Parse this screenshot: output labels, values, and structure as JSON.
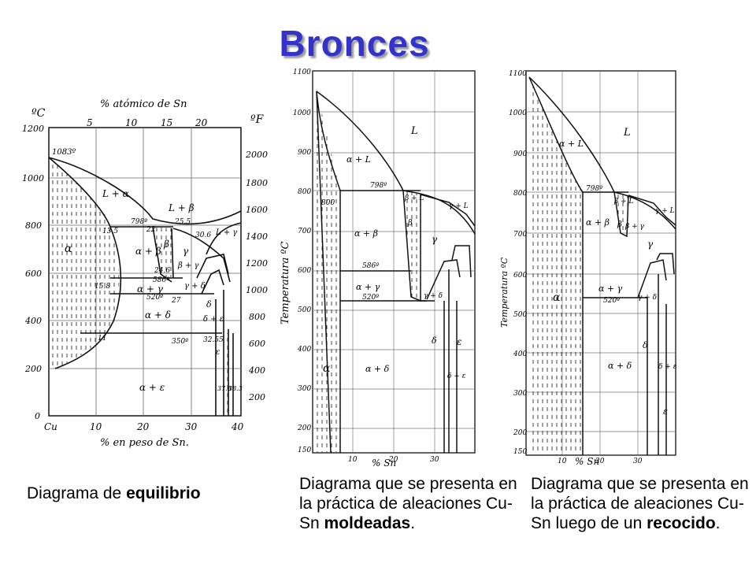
{
  "slide": {
    "title": "Bronces"
  },
  "equilibrium": {
    "top_axis_label": "% atómico de Sn",
    "top_ticks": [
      "5",
      "10",
      "15",
      "20"
    ],
    "unit_c": "ºC",
    "unit_f": "ºF",
    "left_ticks": [
      "1200",
      "1000",
      "800",
      "600",
      "400",
      "200",
      "0"
    ],
    "right_ticks": [
      "2000",
      "1800",
      "1600",
      "1400",
      "1200",
      "1000",
      "800",
      "600",
      "400",
      "200"
    ],
    "bottom_ticks": [
      "10",
      "20",
      "30",
      "40"
    ],
    "bottom_origin": "Cu",
    "bottom_axis_label": "% en peso de Sn.",
    "labels": {
      "melt": "1083º",
      "l_alpha": "L + α",
      "l_beta": "L + β",
      "alpha": "α",
      "a_b": "α + β",
      "a_g": "α + γ",
      "a_d": "α + δ",
      "a_e": "α + ε",
      "b": "β",
      "g": "γ",
      "b_g": "β + γ",
      "g_d": "γ + δ",
      "d": "δ",
      "d_e": "δ + ε",
      "l_g": "L + γ",
      "t798": "798º",
      "t520": "520º",
      "t586": "586º",
      "t350": "350º",
      "c135": "13.5",
      "c158": "15.8",
      "c11": "11",
      "c22": "22",
      "c255": "25.5",
      "c246": "24.6",
      "c27": "27",
      "c3255": "32.55",
      "c306": "30.6",
      "c378": "37.8",
      "c383": "38.3",
      "c40": "40",
      "eps": "ε"
    }
  },
  "cast": {
    "y_axis_label": "Temperatura ºC",
    "x_axis_label": "% Sn",
    "y_ticks": [
      "1100",
      "1000",
      "900",
      "800",
      "700",
      "600",
      "500",
      "400",
      "300",
      "200",
      "150"
    ],
    "x_ticks": [
      "10",
      "20",
      "30"
    ],
    "labels": {
      "L": "L",
      "a_L": "α + L",
      "t798": "798º",
      "b_L": "β + L",
      "g_L": "γ + L",
      "a_b": "α + β",
      "b": "β",
      "g": "γ",
      "t586": "586º",
      "a_g": "α + γ",
      "t520": "520º",
      "g_d": "γ + δ",
      "d": "δ",
      "e": "ε",
      "alpha": "α",
      "a_d": "α + δ",
      "d_e": "δ + ε",
      "t800": "800"
    }
  },
  "annealed": {
    "y_axis_label": "Temperatura ºC",
    "x_axis_label": "% Sn",
    "y_ticks": [
      "1100",
      "1000",
      "900",
      "800",
      "700",
      "600",
      "500",
      "400",
      "300",
      "200",
      "150"
    ],
    "x_ticks": [
      "10",
      "20",
      "30"
    ],
    "labels": {
      "L": "L",
      "a_L": "α + L",
      "t798": "798º",
      "b_L": "β + L",
      "g_L": "γ + L",
      "a_b": "α + β",
      "b": "β",
      "b_g": "β + γ",
      "g": "γ",
      "a_g": "α + γ",
      "t520": "520º",
      "g_d": "γ + δ",
      "alpha": "α",
      "d": "δ",
      "a_d": "α + δ",
      "d_e": "δ + ε",
      "e": "ε"
    }
  },
  "captions": {
    "equilibrium_prefix": "Diagrama de ",
    "equilibrium_bold": "equilibrio",
    "cast_prefix": "Diagrama que se presenta en la práctica de aleaciones Cu-Sn ",
    "cast_bold": "moldeadas",
    "cast_suffix": ".",
    "annealed_prefix": "Diagrama que se presenta en la práctica de aleaciones Cu-Sn luego de un ",
    "annealed_bold": "recocido",
    "annealed_suffix": "."
  }
}
